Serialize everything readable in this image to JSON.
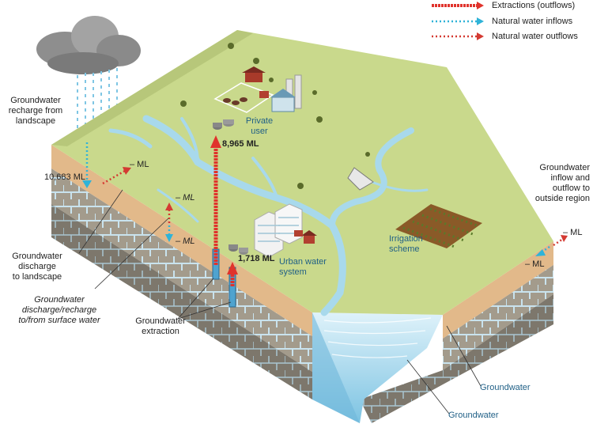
{
  "legend": {
    "extractions": "Extractions (outflows)",
    "natural_inflows": "Natural water inflows",
    "natural_outflows": "Natural water outflows"
  },
  "labels": {
    "recharge_from_landscape": [
      "Groundwater",
      "recharge from",
      "landscape"
    ],
    "recharge_value": "10,683 ML",
    "discharge_value": "– ML",
    "discharge_to_landscape": [
      "Groundwater",
      "discharge",
      "to landscape"
    ],
    "surface_exchange_value_top": "– ML",
    "surface_exchange_value_bottom": "– ML",
    "surface_exchange": [
      "Groundwater",
      "discharge/recharge",
      "to/from surface water"
    ],
    "extraction_private_value": "8,965 ML",
    "extraction_urban_value": "1,718 ML",
    "private_user": [
      "Private",
      "user"
    ],
    "urban_water_system": [
      "Urban water",
      "system"
    ],
    "irrigation_scheme": [
      "Irrigation",
      "scheme"
    ],
    "groundwater_extraction": [
      "Groundwater",
      "extraction"
    ],
    "inflow_outflow_region": [
      "Groundwater",
      "inflow and",
      "outflow to",
      "outside region"
    ],
    "region_outflow_value": "– ML",
    "region_inflow_value": "– ML",
    "groundwater_mid": "Groundwater",
    "groundwater_bottom": "Groundwater"
  },
  "colors": {
    "extraction": "#e0332c",
    "inflow": "#2fb3d8",
    "outflow": "#d43a32",
    "land": "#c9d98c",
    "water": "#a8d9ec",
    "rock": "#8b8578"
  }
}
